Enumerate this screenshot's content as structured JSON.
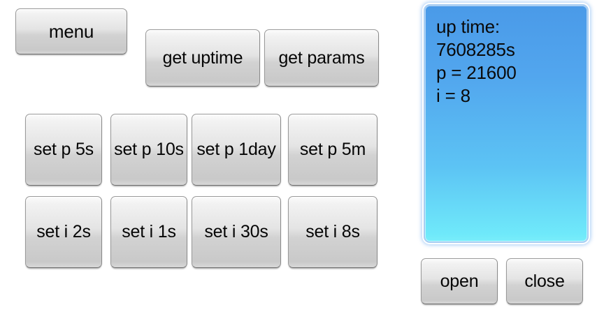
{
  "theme": {
    "page_background": "#ffffff",
    "button_face_top": "#fcfcfc",
    "button_face_bottom": "#c9c9c9",
    "button_border": "#9a9a9a",
    "output_gradient_top": "#4a9ae8",
    "output_gradient_bottom": "#79eefb",
    "output_border": "#a8cdf2",
    "text_color": "#0a0a0a"
  },
  "toolbar": {
    "menu_label": "menu",
    "get_uptime_label": "get uptime",
    "get_params_label": "get params"
  },
  "param_grid": {
    "p_row": [
      {
        "label": "set p 5s"
      },
      {
        "label": "set p 10s"
      },
      {
        "label": "set p 1day"
      },
      {
        "label": "set p 5m"
      }
    ],
    "i_row": [
      {
        "label": "set i 2s"
      },
      {
        "label": "set i 1s"
      },
      {
        "label": "set i 30s"
      },
      {
        "label": "set i 8s"
      }
    ]
  },
  "output": {
    "lines": [
      "up time:",
      "7608285s",
      "p = 21600",
      "i = 8"
    ],
    "text": "up time:\n7608285s\np = 21600\ni = 8",
    "uptime_label": "up time:",
    "uptime_value": "7608285s",
    "p_value": "p = 21600",
    "i_value": "i = 8"
  },
  "connection": {
    "open_label": "open",
    "close_label": "close"
  }
}
